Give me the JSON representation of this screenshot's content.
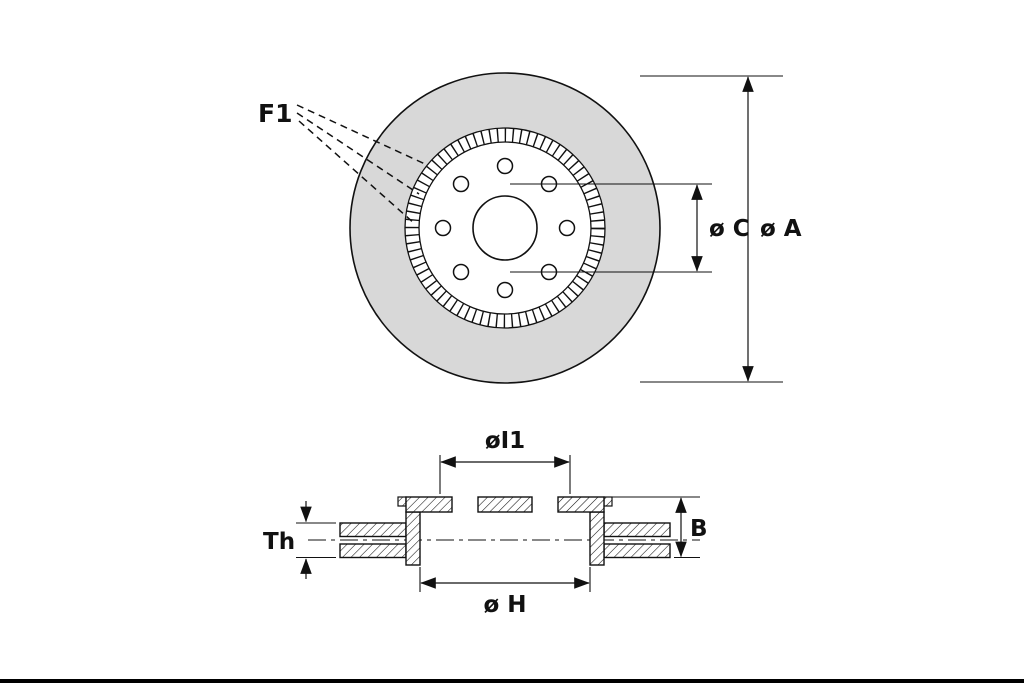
{
  "figure": {
    "type": "technical-drawing",
    "subject": "brake-disc",
    "labels": {
      "f1": "F1",
      "c": "ø C",
      "a": "ø A",
      "i1": "øI1",
      "th": "Th",
      "b": "B",
      "h": "ø H"
    },
    "colors": {
      "disc_fill": "#d8d8d8",
      "line": "#111111",
      "background": "#ffffff"
    }
  }
}
